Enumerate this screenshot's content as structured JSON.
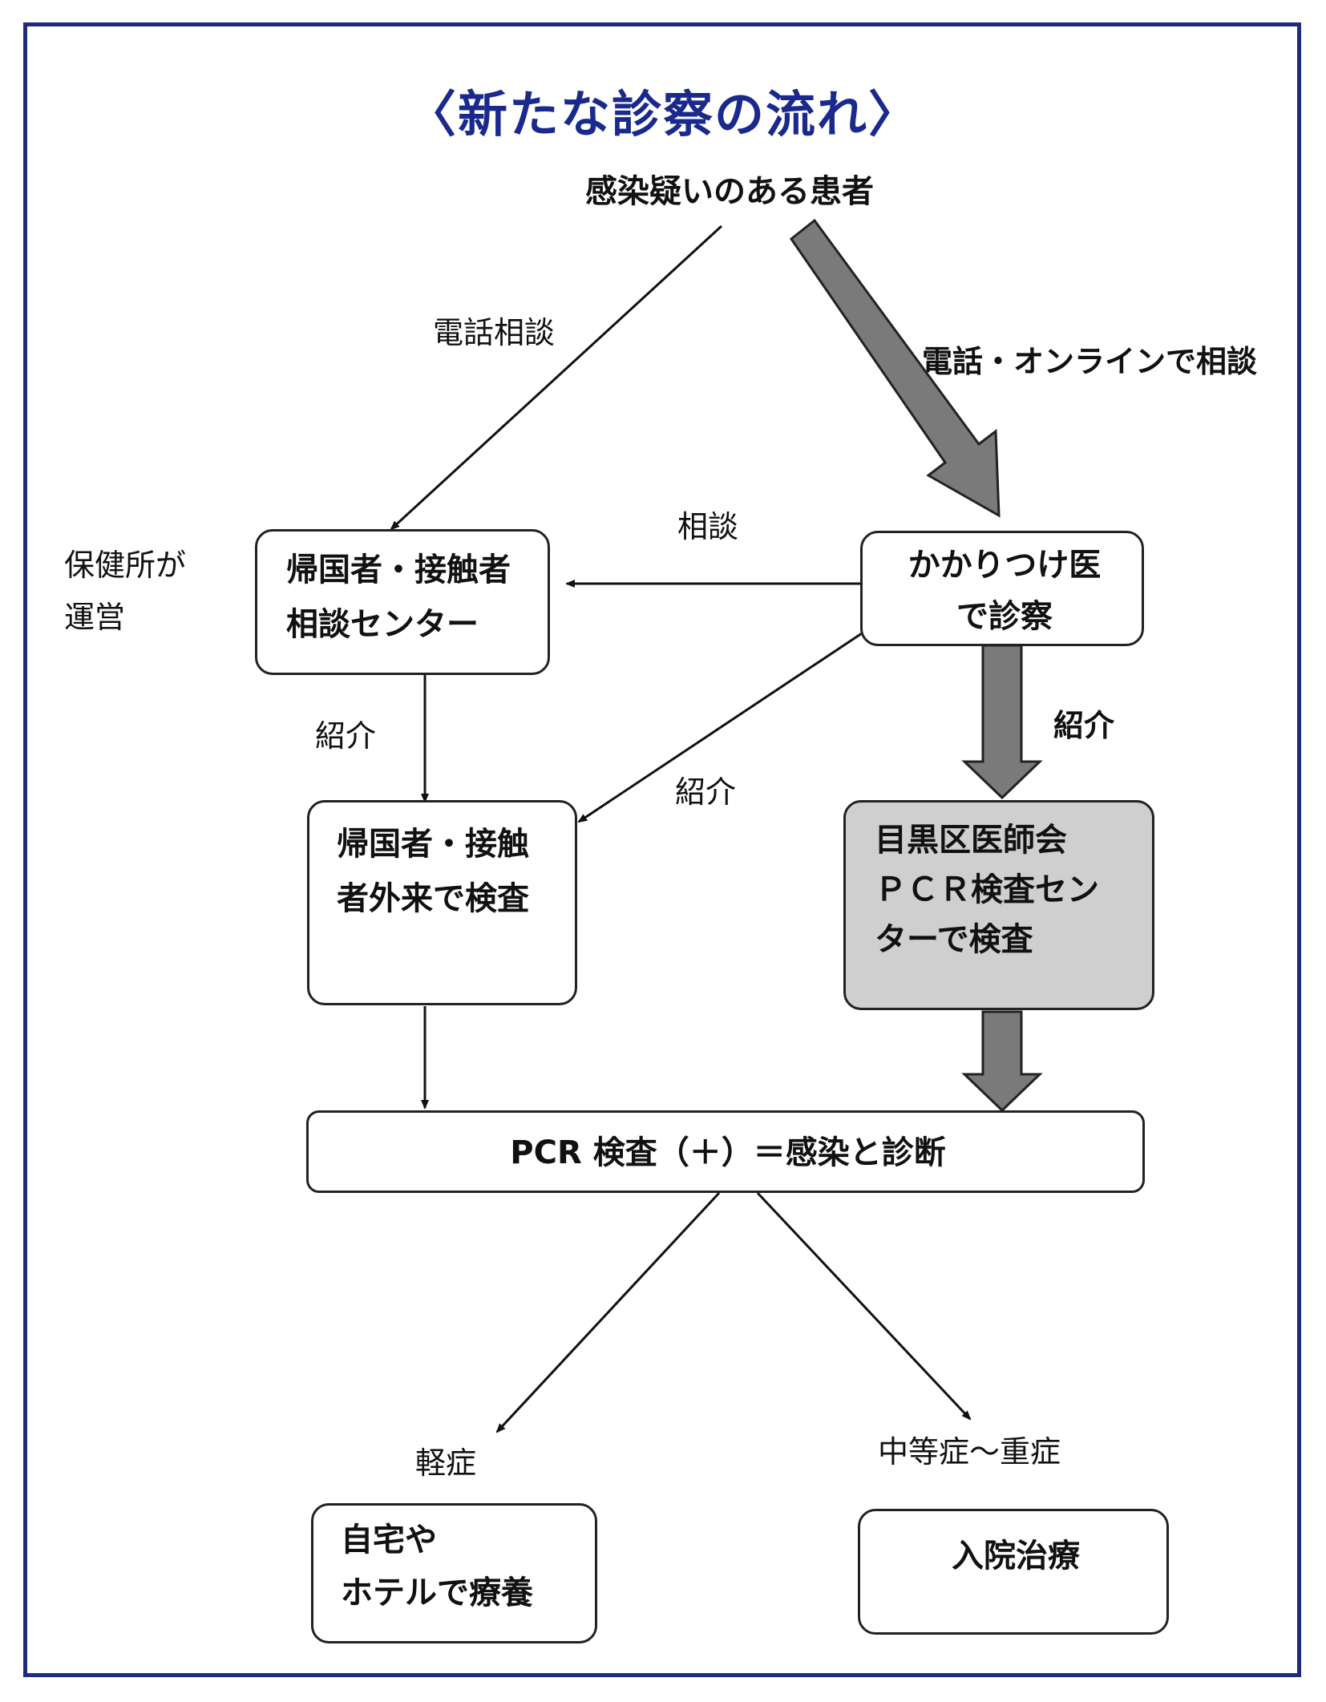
{
  "title": "〈新たな診察の流れ〉",
  "top_node": "感染疑いのある患者",
  "edges": {
    "phone_consult": "電話相談",
    "phone_online_consult": "電話・オンラインで相談",
    "consult": "相談",
    "referral_left": "紹介",
    "referral_middle": "紹介",
    "referral_right": "紹介",
    "mild": "軽症",
    "moderate_severe": "中等症〜重症"
  },
  "side_note": {
    "line1": "保健所が",
    "line2": "運営"
  },
  "boxes": {
    "consult_center": {
      "line1": "帰国者・接触者",
      "line2": "相談センター"
    },
    "family_doctor": {
      "line1": "かかりつけ医",
      "line2": "で診察"
    },
    "outpatient": {
      "line1": "帰国者・接触",
      "line2": "者外来で検査"
    },
    "pcr_center": {
      "line1": "目黒区医師会",
      "line2": "ＰＣＲ検査セン",
      "line3": "ターで検査"
    },
    "diagnosis": "PCR 検査（＋）＝感染と診断",
    "home_hotel": {
      "line1": "自宅や",
      "line2": "ホテルで療養"
    },
    "hospital": "入院治療"
  },
  "colors": {
    "title": "#1a2a8c",
    "frame": "#1f2a7a",
    "gray_box": "#cfcfcf",
    "big_arrow": "#7a7a7a"
  }
}
